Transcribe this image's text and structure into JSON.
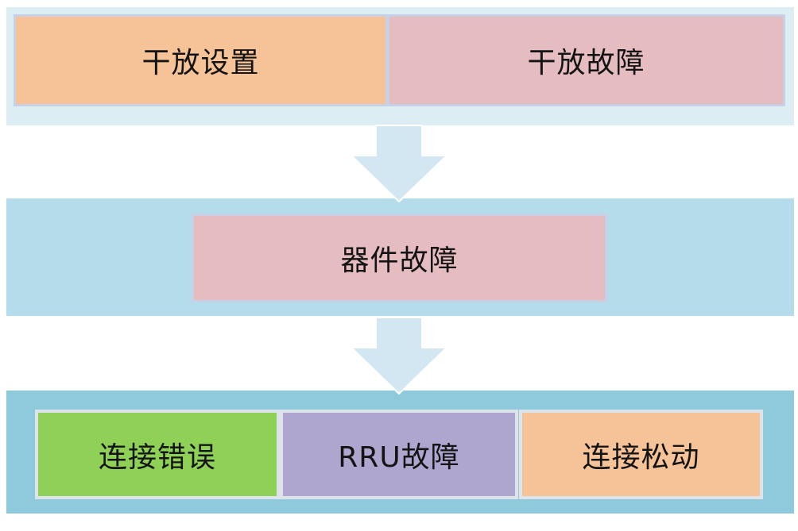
{
  "diagram": {
    "type": "flowchart",
    "direction": "top-down",
    "text_color": "#141414",
    "rows": [
      {
        "name": "top-row",
        "band_color": "#dcedf4",
        "nodes": [
          {
            "label": "干放设置",
            "color": "#f6c398"
          },
          {
            "label": "干放故障",
            "color": "#e5bcc0"
          }
        ]
      },
      {
        "name": "middle-row",
        "band_color": "#b5dcea",
        "nodes": [
          {
            "label": "器件故障",
            "color": "#e5bcc0"
          }
        ]
      },
      {
        "name": "bottom-row",
        "band_color": "#8fcadc",
        "nodes": [
          {
            "label": "连接错误",
            "color": "#8ed156"
          },
          {
            "label": "RRU故障",
            "color": "#aea6ce"
          },
          {
            "label": "连接松动",
            "color": "#f6c398"
          }
        ]
      }
    ],
    "arrows": [
      {
        "name": "arrow-1",
        "direction": "down",
        "color": "#d2e7f2"
      },
      {
        "name": "arrow-2",
        "direction": "down",
        "color": "#d2e7f2"
      }
    ]
  }
}
